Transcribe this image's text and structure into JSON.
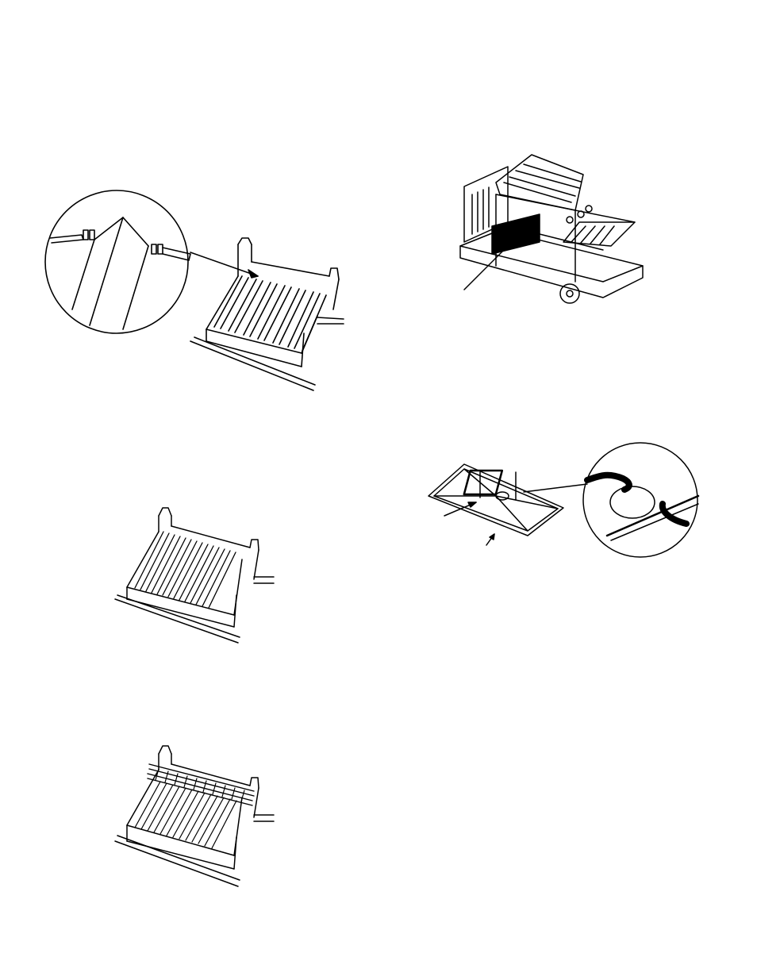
{
  "page": {
    "background": "#ffffff",
    "ink": "#000000"
  },
  "figures": [
    {
      "id": "fig-burner-detail",
      "icon": "burner-with-magnified-detail-icon"
    },
    {
      "id": "fig-grill-overview",
      "icon": "gas-grill-cart-icon"
    },
    {
      "id": "fig-flame-tamers",
      "icon": "flame-tamer-rows-icon"
    },
    {
      "id": "fig-drip-pan",
      "icon": "drip-pan-with-magnified-detail-icon"
    },
    {
      "id": "fig-cooking-grates",
      "icon": "cooking-grates-on-burner-icon"
    }
  ]
}
